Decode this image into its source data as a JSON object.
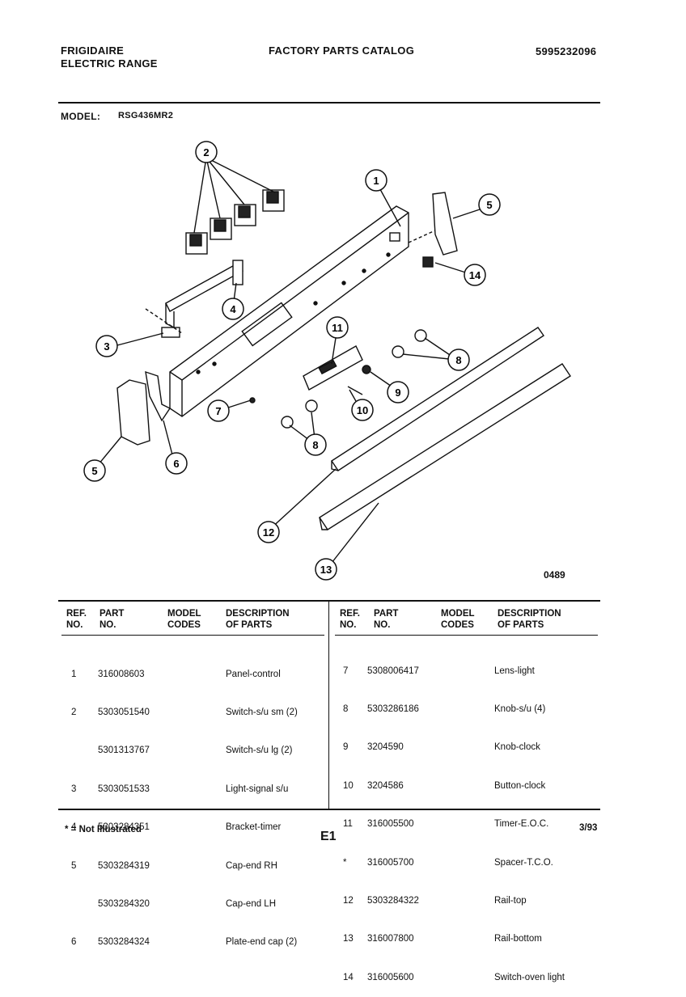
{
  "header": {
    "brand": "FRIGIDAIRE",
    "product": "ELECTRIC RANGE",
    "catalog_title": "FACTORY PARTS CATALOG",
    "catalog_number": "5995232096",
    "model_label": "MODEL:",
    "model_value": "RSG436MR2"
  },
  "diagram": {
    "figure_code": "0489",
    "callouts": [
      "1",
      "2",
      "3",
      "4",
      "5",
      "5",
      "6",
      "7",
      "8",
      "8",
      "9",
      "10",
      "11",
      "12",
      "13",
      "14"
    ]
  },
  "table": {
    "headers": {
      "ref": [
        "REF.",
        "NO."
      ],
      "part": [
        "PART",
        "NO."
      ],
      "model": [
        "MODEL",
        "CODES"
      ],
      "desc": [
        "DESCRIPTION",
        "OF PARTS"
      ]
    },
    "left": {
      "ref": [
        "1",
        "2",
        "",
        "3",
        "4",
        "5",
        "",
        "6"
      ],
      "part": [
        "316008603",
        "5303051540",
        "5301313767",
        "5303051533",
        "5303284351",
        "5303284319",
        "5303284320",
        "5303284324"
      ],
      "desc": [
        "Panel-control",
        "Switch-s/u sm (2)",
        "Switch-s/u lg (2)",
        "Light-signal s/u",
        "Bracket-timer",
        "Cap-end RH",
        "Cap-end LH",
        "Plate-end cap (2)"
      ]
    },
    "right": {
      "ref": [
        "7",
        "8",
        "9",
        "10",
        "11",
        "*",
        "12",
        "13",
        "14"
      ],
      "part": [
        "5308006417",
        "5303286186",
        "3204590",
        "3204586",
        "316005500",
        "316005700",
        "5303284322",
        "316007800",
        "316005600"
      ],
      "desc": [
        "Lens-light",
        "Knob-s/u (4)",
        "Knob-clock",
        "Button-clock",
        "Timer-E.O.C.",
        "Spacer-T.C.O.",
        "Rail-top",
        "Rail-bottom",
        "Switch-oven light"
      ]
    }
  },
  "footer": {
    "note": "* = Not Illustrated",
    "page": "E1",
    "date": "3/93"
  }
}
